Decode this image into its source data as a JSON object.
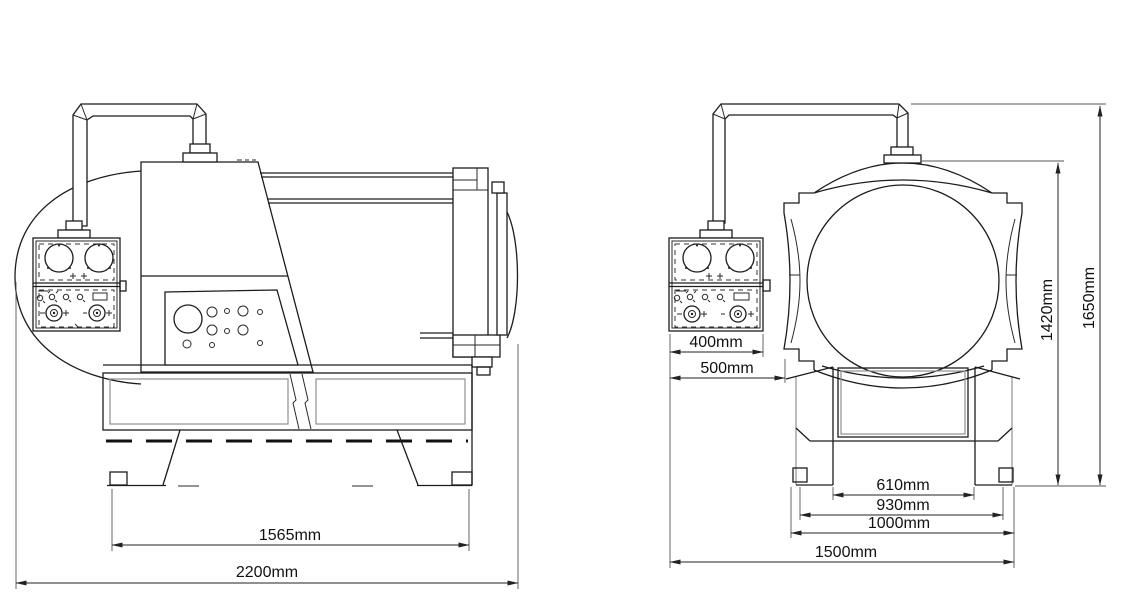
{
  "drawing": {
    "background": "#ffffff",
    "line_color": "#1c1c1c"
  },
  "side_view": {
    "dims": [
      {
        "id": "skid-length",
        "label": "1565mm"
      },
      {
        "id": "overall-length",
        "label": "2200mm"
      }
    ]
  },
  "front_view": {
    "dims": [
      {
        "id": "panel-width",
        "label": "400mm"
      },
      {
        "id": "panel-offset",
        "label": "500mm"
      },
      {
        "id": "feet-inner-span",
        "label": "610mm"
      },
      {
        "id": "feet-outer-span",
        "label": "930mm"
      },
      {
        "id": "base-width",
        "label": "1000mm"
      },
      {
        "id": "overall-width",
        "label": "1500mm"
      },
      {
        "id": "body-height",
        "label": "1420mm"
      },
      {
        "id": "overall-height",
        "label": "1650mm"
      }
    ]
  }
}
